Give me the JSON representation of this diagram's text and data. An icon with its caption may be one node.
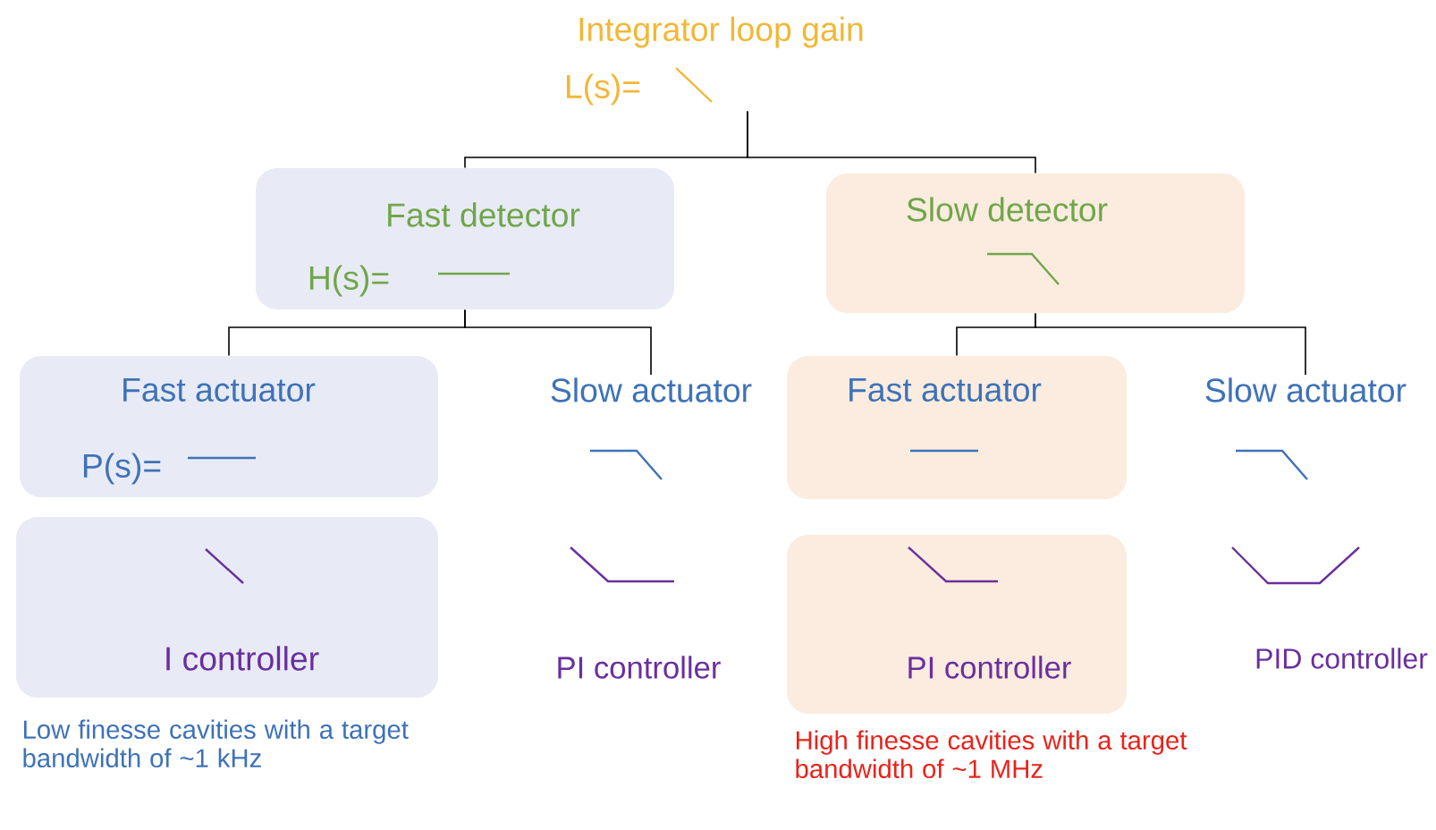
{
  "diagram": {
    "nodes": [
      {
        "text": [
          "Integrator loop gain",
          "L(s)="
        ]
      },
      {
        "text": [
          "Fast detector",
          "H(s)="
        ]
      },
      {
        "text": [
          "Slow detector"
        ]
      },
      {
        "text": [
          "Fast actuator",
          "P(s)="
        ]
      },
      {
        "text": [
          "Slow actuator"
        ]
      },
      {
        "text": [
          "Fast actuator"
        ]
      },
      {
        "text": [
          "Slow actuator"
        ]
      },
      {
        "text": [
          "I controller"
        ]
      },
      {
        "text": [
          "PI controller"
        ]
      },
      {
        "text": [
          "PI controller"
        ]
      },
      {
        "text": [
          "PID controller"
        ]
      }
    ],
    "edges": [
      {
        "from": 0,
        "to": 1,
        "arrow": "none"
      },
      {
        "from": 0,
        "to": 2,
        "arrow": "none"
      },
      {
        "from": 1,
        "to": 3,
        "arrow": "none"
      },
      {
        "from": 1,
        "to": 4,
        "arrow": "none"
      },
      {
        "from": 2,
        "to": 5,
        "arrow": "none"
      },
      {
        "from": 2,
        "to": 6,
        "arrow": "none"
      }
    ],
    "labels": [
      "Low finesse cavities with a target bandwidth of ~1 kHz",
      "High finesse cavities with a target bandwidth of ~1 MHz"
    ]
  }
}
